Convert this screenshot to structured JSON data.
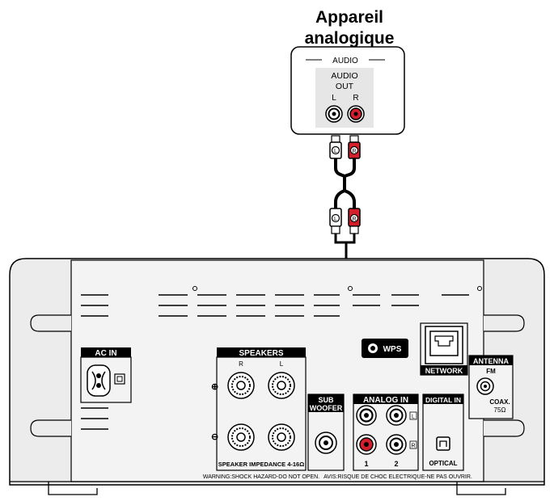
{
  "device": {
    "title_line1": "Appareil",
    "title_line2": "analogique",
    "audio_section": "AUDIO",
    "out_label_1": "AUDIO",
    "out_label_2": "OUT",
    "left": "L",
    "right": "R"
  },
  "cable": {
    "left_marker": "L",
    "right_marker": "R"
  },
  "unit": {
    "ac_in": "AC IN",
    "speakers": "SPEAKERS",
    "speakers_r": "R",
    "speakers_l": "L",
    "speaker_impedance": "SPEAKER IMPEDANCE 4-16Ω",
    "sub_woofer_1": "SUB",
    "sub_woofer_2": "WOOFER",
    "analog_in": "ANALOG IN",
    "analog_in_1": "1",
    "analog_in_2": "2",
    "analog_l": "L",
    "analog_r": "R",
    "digital_in": "DIGITAL IN",
    "optical": "OPTICAL",
    "wps": "WPS",
    "network": "NETWORK",
    "antenna": "ANTENNA",
    "fm": "FM",
    "coax": "COAX.",
    "ohm": "75Ω",
    "warning": "WARNING:SHOCK HAZARD-DO NOT OPEN.",
    "avis": "AVIS:RISQUE DE CHOC ELECTRIQUE-NE PAS OUVRIR."
  },
  "colors": {
    "red_jack": "#d21f2b",
    "panel": "#e9e9e9",
    "outline": "#000000"
  }
}
